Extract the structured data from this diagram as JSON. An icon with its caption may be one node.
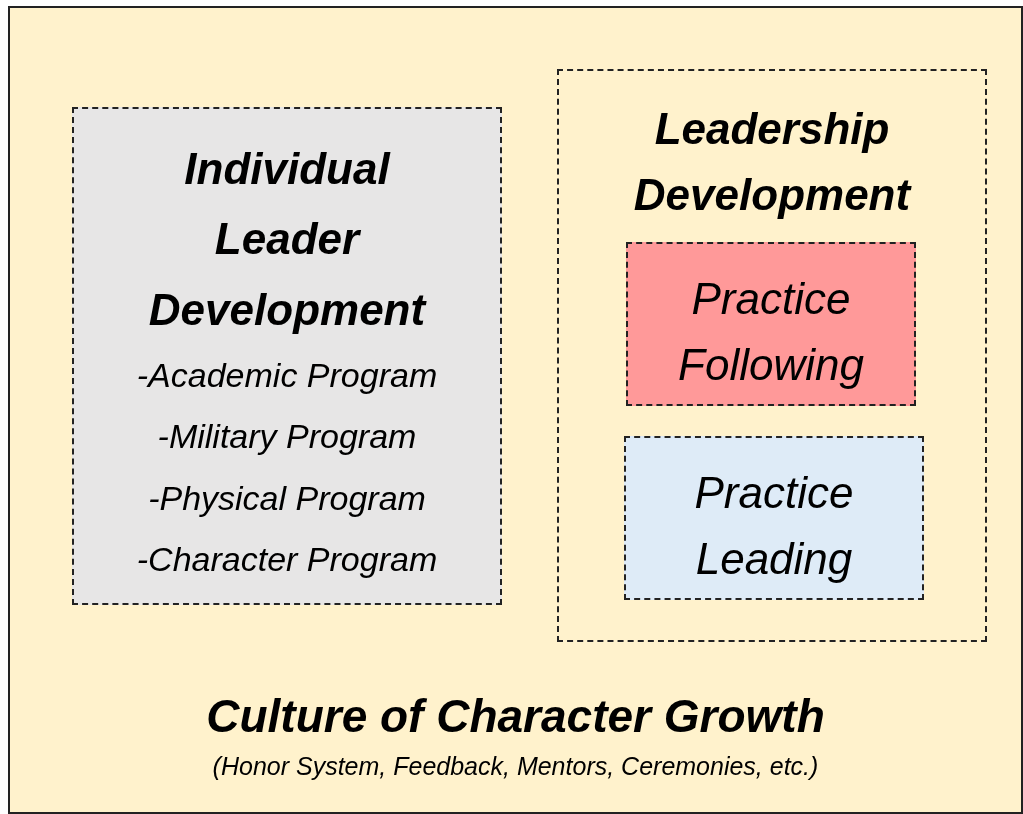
{
  "diagram": {
    "nodes": [
      {
        "text": [
          "Culture of Character Growth",
          "(Honor System, Feedback, Mentors, Ceremonies, etc.)"
        ]
      },
      {
        "text": [
          "Individual Leader Development",
          "-Academic Program",
          "-Military Program",
          "-Physical Program",
          "-Character Program"
        ],
        "in": 0
      },
      {
        "text": [
          "Leadership Development"
        ],
        "in": 0
      },
      {
        "text": [
          "Practice Following"
        ],
        "in": 2
      },
      {
        "text": [
          "Practice Leading"
        ],
        "in": 2
      }
    ]
  }
}
